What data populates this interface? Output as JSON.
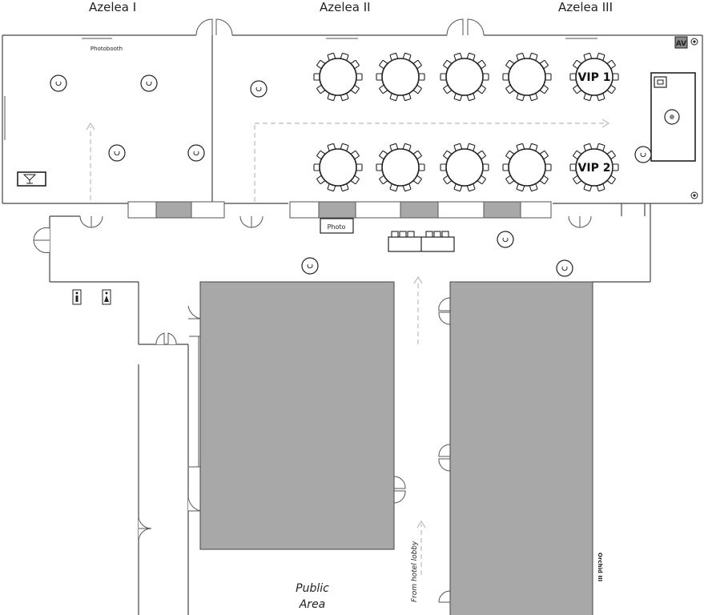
{
  "rooms": {
    "azelea_1": "Azelea I",
    "azelea_2": "Azelea II",
    "azelea_3": "Azelea III",
    "orchid_3": "Orchid III",
    "public_area_line1": "Public",
    "public_area_line2": "Area"
  },
  "labels": {
    "photobooth": "Photobooth",
    "photo": "Photo",
    "av": "AV",
    "lobby_direction": "From hotel lobby"
  },
  "tables": [
    {
      "name": "table-1",
      "label": ""
    },
    {
      "name": "table-2",
      "label": ""
    },
    {
      "name": "table-3",
      "label": ""
    },
    {
      "name": "table-4",
      "label": ""
    },
    {
      "name": "vip-1",
      "label": "VIP 1"
    },
    {
      "name": "table-6",
      "label": ""
    },
    {
      "name": "table-7",
      "label": ""
    },
    {
      "name": "table-8",
      "label": ""
    },
    {
      "name": "table-9",
      "label": ""
    },
    {
      "name": "vip-2",
      "label": "VIP 2"
    }
  ],
  "colors": {
    "room_block": "#a8a8a8",
    "walls": "#444444",
    "flow_arrow": "#bbbbbb"
  },
  "icons": {
    "cocktail_table": "cocktail-table-icon",
    "bar": "martini-bar-icon",
    "restroom_men": "men-restroom-icon",
    "restroom_women": "women-restroom-icon",
    "speaker": "speaker-icon"
  }
}
